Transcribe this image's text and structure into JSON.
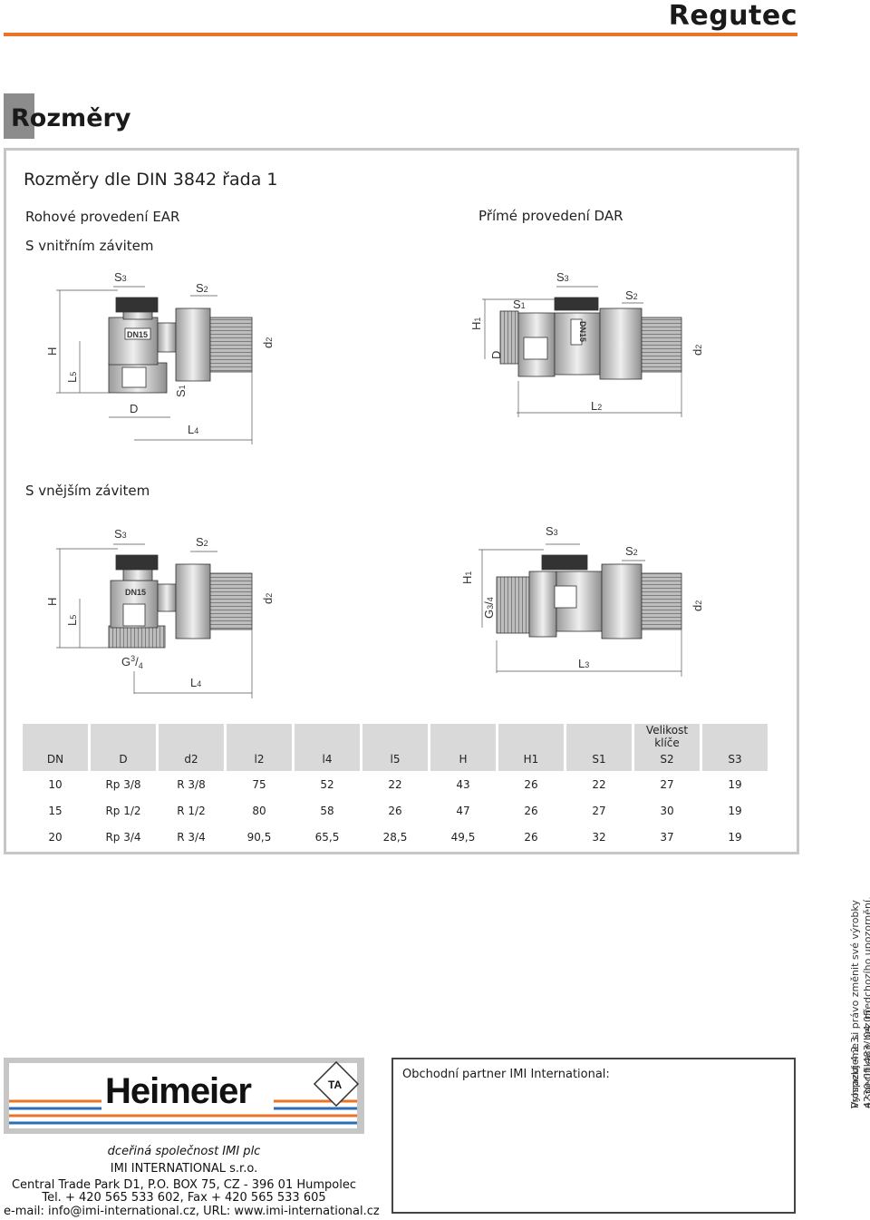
{
  "header": {
    "brand": "Regutec"
  },
  "section": {
    "title": "Rozměry"
  },
  "panel": {
    "title": "Rozměry dle DIN 3842 řada 1",
    "angle_label": "Rohové provedení EAR",
    "straight_label": "Přímé provedení DAR",
    "internal_label": "S vnitřním závitem",
    "external_label": "S vnějším závitem"
  },
  "drawings": {
    "s1": "S",
    "s1_sub": "1",
    "s2": "S",
    "s2_sub": "2",
    "s3": "S",
    "s3_sub": "3",
    "h": "H",
    "h1": "H",
    "h1_sub": "1",
    "l2": "L",
    "l2_sub": "2",
    "l3": "L",
    "l3_sub": "3",
    "l4": "L",
    "l4_sub": "4",
    "l5": "L",
    "l5_sub": "5",
    "d": "D",
    "d2": "d",
    "d2_sub": "2",
    "g": "G",
    "g_num": "3",
    "g_den": "4",
    "valve_mark": "DN15"
  },
  "table": {
    "group_header": "Velikost klíče",
    "headers": [
      "DN",
      "D",
      "d2",
      "l2",
      "l4",
      "l5",
      "H",
      "H1",
      "S1",
      "S2",
      "S3"
    ],
    "rows": [
      [
        "10",
        "Rp 3/8",
        "R 3/8",
        "75",
        "52",
        "22",
        "43",
        "26",
        "22",
        "27",
        "19"
      ],
      [
        "15",
        "Rp 1/2",
        "R 1/2",
        "80",
        "58",
        "26",
        "47",
        "26",
        "27",
        "30",
        "19"
      ],
      [
        "20",
        "Rp 3/4",
        "R 3/4",
        "90,5",
        "65,5",
        "28,5",
        "49,5",
        "26",
        "32",
        "37",
        "19"
      ]
    ]
  },
  "side_note": {
    "line1": "Vyhrazujeme si právo změnit své výrobky",
    "line2": "a specifikace bez předchozího upozornění.",
    "line3": "Prospekt 4.2.3.",
    "line4": "4230-01.483/ 04.05"
  },
  "footer": {
    "logo_text": "Heimeier",
    "logo_mark": "TA",
    "partner_label": "Obchodní partner IMI International:",
    "company_tagline": "dceřiná společnost IMI plc",
    "company_name": "IMI INTERNATIONAL s.r.o.",
    "address": "Central Trade Park D1, P.O. BOX 75, CZ - 396 01 Humpolec",
    "phone": "Tel. + 420 565 533 602, Fax + 420 565 533 605",
    "contact": "e-mail: info@imi-international.cz, URL: www.imi-international.cz"
  },
  "colors": {
    "accent": "#e8742a",
    "blue": "#2a6fb4",
    "panel_border": "#c6c6c6",
    "table_header": "#d9d9d9"
  }
}
